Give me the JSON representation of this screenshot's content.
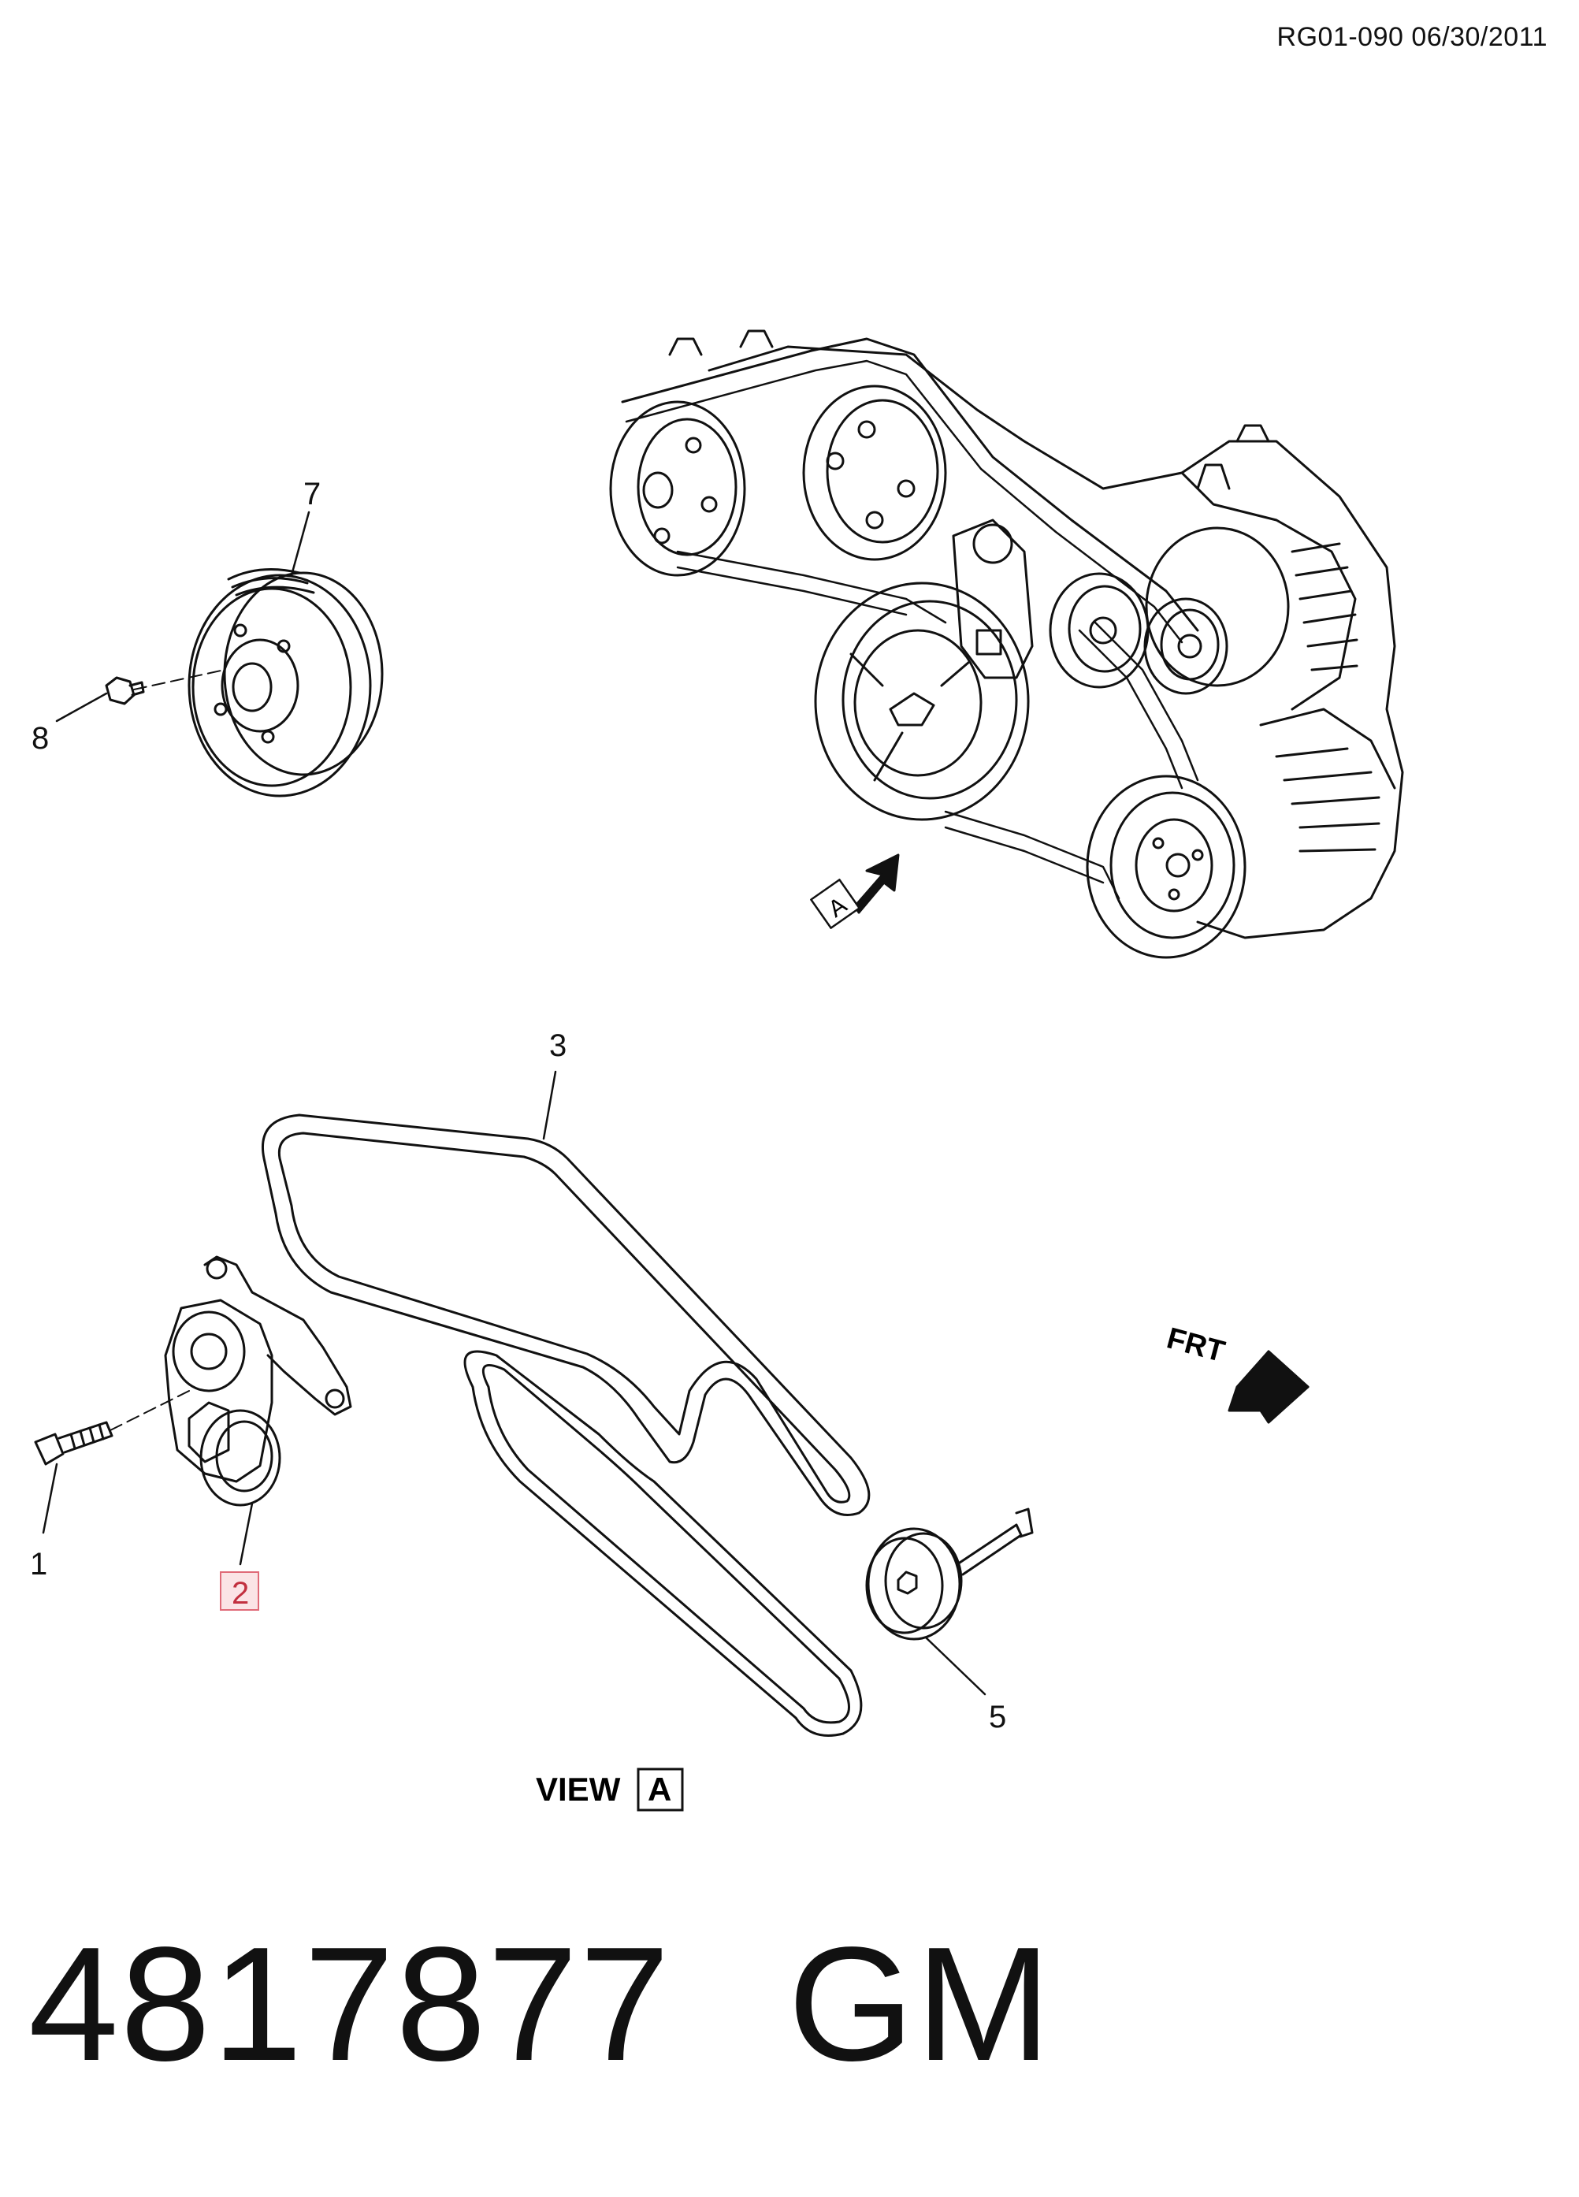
{
  "header": {
    "ref": "RG01-090 06/30/2011"
  },
  "footer": {
    "part_number": "4817877",
    "brand": "GM"
  },
  "callouts": {
    "c1": "1",
    "c2": "2",
    "c3": "3",
    "c5": "5",
    "c7": "7",
    "c8": "8"
  },
  "view": {
    "word": "VIEW",
    "letter": "A"
  },
  "arrow_a": {
    "letter": "A"
  },
  "front_arrow": {
    "label": "FRT"
  },
  "selected_callout": "2"
}
